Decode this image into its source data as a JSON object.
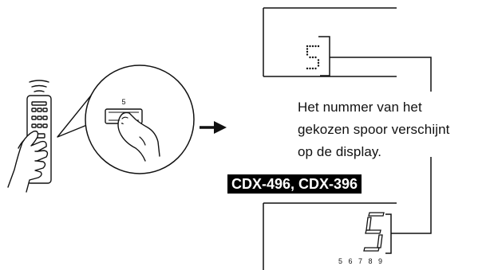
{
  "caption_lines": [
    "Het nummer van het",
    "gekozen spoor verschijnt",
    "op de display."
  ],
  "model_label": "CDX-496, CDX-396",
  "remote_key_label": "5",
  "top_display_digit": "5",
  "bottom_display_digit": "5",
  "bottom_track_numbers": "5 6 7 8 9",
  "colors": {
    "line": "#111111",
    "background": "#ffffff",
    "label_bg": "#000000",
    "label_text": "#ffffff"
  }
}
